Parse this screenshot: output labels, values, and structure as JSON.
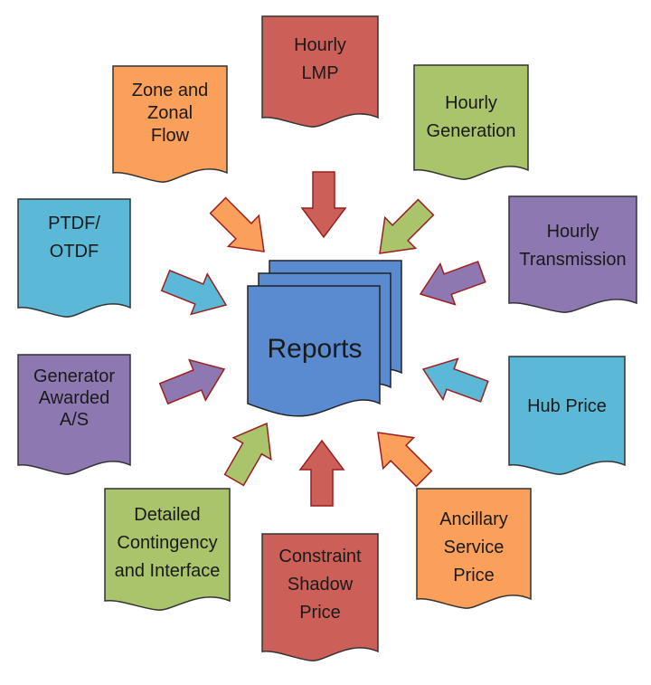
{
  "palette": {
    "red": "#cd5f59",
    "green": "#a9c46a",
    "purple": "#8e78b1",
    "blue": "#5bb8d6",
    "orange": "#fba05a",
    "center": "#5a8ad0"
  },
  "center": {
    "label": "Reports"
  },
  "documents": [
    {
      "id": "hourly-lmp",
      "lines": [
        "Hourly",
        "LMP"
      ],
      "color": "red"
    },
    {
      "id": "hourly-generation",
      "lines": [
        "Hourly",
        "Generation"
      ],
      "color": "green"
    },
    {
      "id": "hourly-transmission",
      "lines": [
        "Hourly",
        "Transmission"
      ],
      "color": "purple"
    },
    {
      "id": "hub-price",
      "lines": [
        "Hub Price"
      ],
      "color": "blue"
    },
    {
      "id": "ancillary-service-price",
      "lines": [
        "Ancillary",
        "Service",
        "Price"
      ],
      "color": "orange"
    },
    {
      "id": "constraint-shadow-price",
      "lines": [
        "Constraint",
        "Shadow",
        "Price"
      ],
      "color": "red"
    },
    {
      "id": "detailed-contingency",
      "lines": [
        "Detailed",
        "Contingency",
        "and Interface"
      ],
      "color": "green"
    },
    {
      "id": "generator-awarded-as",
      "lines": [
        "Generator",
        "Awarded",
        "A/S"
      ],
      "color": "purple"
    },
    {
      "id": "ptdf-otdf",
      "lines": [
        "PTDF/",
        "OTDF"
      ],
      "color": "blue"
    },
    {
      "id": "zone-and-zonal-flow",
      "lines": [
        "Zone and",
        "Zonal",
        "Flow"
      ],
      "color": "orange"
    }
  ]
}
